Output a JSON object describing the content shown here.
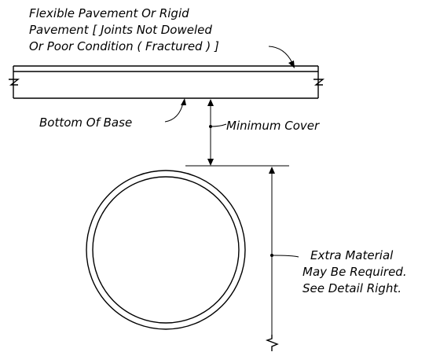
{
  "labels": {
    "pavement_line1": "Flexible Pavement Or Rigid",
    "pavement_line2": "Pavement [ Joints Not Doweled",
    "pavement_line3": "Or Poor Condition ( Fractured ) ]",
    "bottom_of_base": "Bottom Of Base",
    "minimum_cover": "Minimum Cover",
    "extra_line1": "Extra Material",
    "extra_line2": "May Be Required.",
    "extra_line3": "See Detail Right."
  },
  "icons": {
    "break_mark": "break-line-symbol",
    "arrow": "arrowhead-icon",
    "pipe": "circular-pipe-icon"
  },
  "colors": {
    "line": "#000000",
    "background": "#ffffff"
  }
}
